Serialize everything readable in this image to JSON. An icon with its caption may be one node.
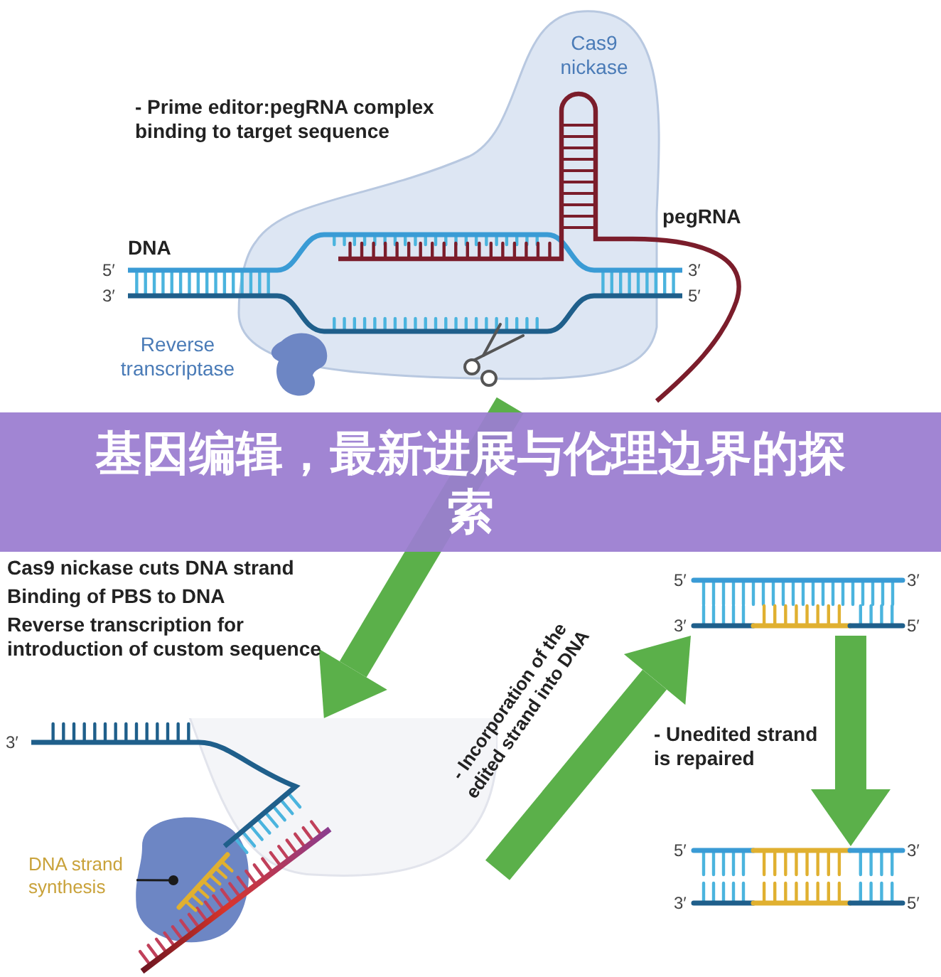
{
  "diagram": {
    "title": "基因编辑，最新进展与伦理边界的探索",
    "nodes": [
      {
        "text": [],
        "shape": "picture"
      },
      {
        "text": [],
        "shape": "picture"
      },
      {
        "text": [],
        "shape": "picture"
      },
      {
        "text": [],
        "shape": "picture"
      },
      {
        "text": [
          "DNA strand synthesis"
        ]
      },
      {
        "text": [],
        "shape": "bar"
      }
    ],
    "edges": [
      {
        "from": 0,
        "to": 1,
        "arrow": "to"
      },
      {
        "from": 1,
        "to": 2,
        "arrow": "to"
      },
      {
        "from": 2,
        "to": 3,
        "arrow": "to"
      },
      {
        "from": 4,
        "to": 5,
        "arrow": "other",
        "color": "#1a1a1a"
      }
    ],
    "labels": [
      "- Prime editor:pegRNA complex binding to target sequence",
      "Cas9 nickase",
      "pegRNA",
      "DNA",
      "5′",
      "3′",
      "3′",
      "5′",
      "Reverse transcriptase",
      "Cas9 nickase cuts DNA strand",
      "Binding of PBS to DNA",
      "Reverse transcription for introduction of custom sequence",
      "3′",
      "- Incorporation of the edited strand into DNA",
      "5′",
      "3′",
      "3′",
      "5′",
      "- Unedited strand is repaired",
      "5′",
      "3′",
      "3′",
      "5′"
    ]
  }
}
